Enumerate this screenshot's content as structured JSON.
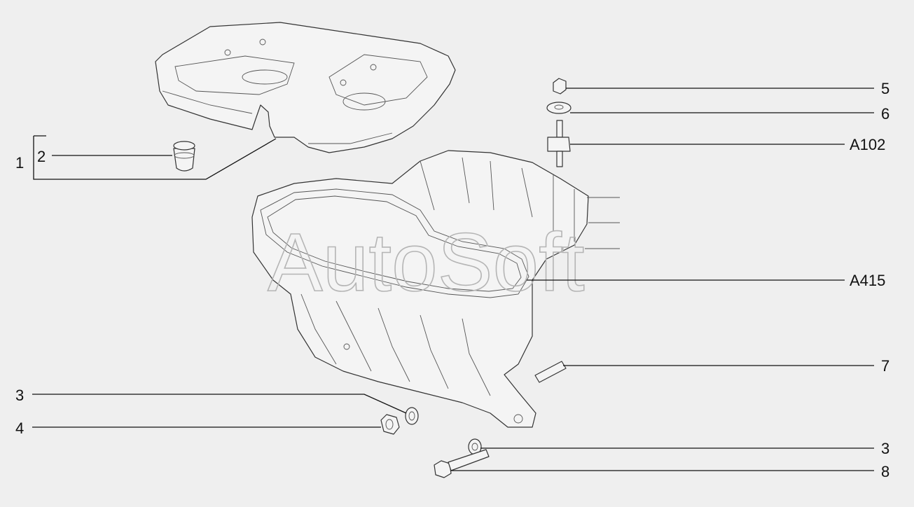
{
  "watermark": "AutoSoft",
  "callouts": {
    "c1": "1",
    "c2": "2",
    "c3a": "3",
    "c3b": "3",
    "c4": "4",
    "c5": "5",
    "c6": "6",
    "c7": "7",
    "c8": "8",
    "a102": "A102",
    "a415": "A415"
  }
}
